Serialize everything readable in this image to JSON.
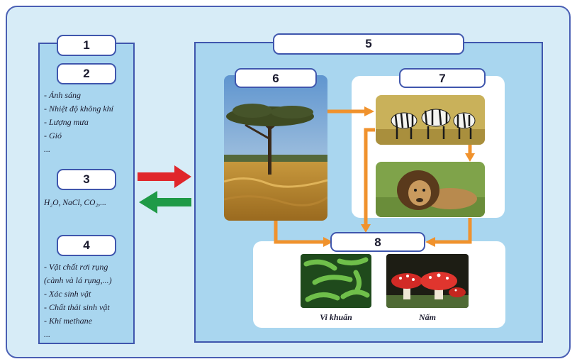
{
  "labels": {
    "n1": "1",
    "n2": "2",
    "n3": "3",
    "n4": "4",
    "n5": "5",
    "n6": "6",
    "n7": "7",
    "n8": "8"
  },
  "list2": [
    "- Ánh sáng",
    "- Nhiệt độ không khí",
    "- Lượng mưa",
    "- Gió",
    "..."
  ],
  "list3": {
    "formula": "H₂O, NaCl, CO₂,..."
  },
  "list4": [
    "- Vật chất rơi rụng",
    "(cành và lá rụng,...)",
    "- Xác sinh vật",
    "- Chất thải sinh vật",
    "- Khí methane",
    "..."
  ],
  "captions": {
    "bacteria": "Vi khuẩn",
    "fungi": "Nấm"
  },
  "colors": {
    "frame": "#4a5fb4",
    "panel": "#a9d6ef",
    "arrow_orange": "#f0922d",
    "arrow_red": "#e0262b",
    "arrow_green": "#1f9a47"
  },
  "icons": {
    "savanna": "acacia-tree-savanna-photo",
    "zebras": "zebras-photo",
    "lion": "lion-photo",
    "bacteria": "bacteria-micrograph-photo",
    "fungi": "mushroom-photo"
  }
}
